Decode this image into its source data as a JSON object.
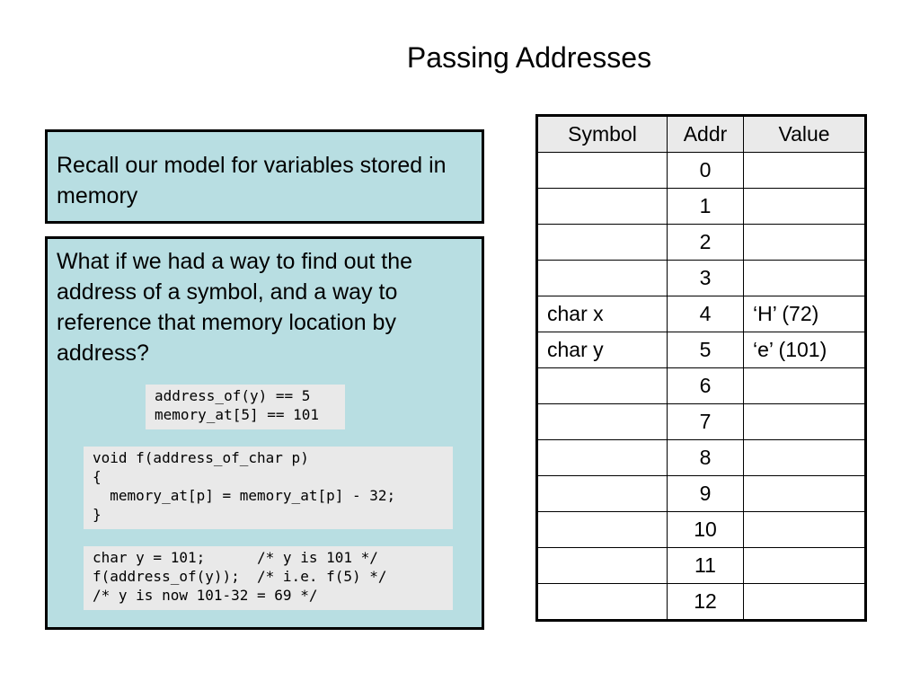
{
  "title": "Passing Addresses",
  "box1": {
    "text": "Recall our model for variables stored in memory"
  },
  "box2": {
    "text": "What if we had a way to find out the address of a symbol, and a way to reference that memory location by address?",
    "code1": "address_of(y) == 5\nmemory_at[5] == 101",
    "code2": "void f(address_of_char p)\n{\n  memory_at[p] = memory_at[p] - 32;\n}",
    "code3": "char y = 101;      /* y is 101 */\nf(address_of(y));  /* i.e. f(5) */\n/* y is now 101-32 = 69 */"
  },
  "table": {
    "headers": [
      "Symbol",
      "Addr",
      "Value"
    ],
    "rows": [
      [
        "",
        "0",
        ""
      ],
      [
        "",
        "1",
        ""
      ],
      [
        "",
        "2",
        ""
      ],
      [
        "",
        "3",
        ""
      ],
      [
        "char x",
        "4",
        "‘H’ (72)"
      ],
      [
        "char y",
        "5",
        "‘e’ (101)"
      ],
      [
        "",
        "6",
        ""
      ],
      [
        "",
        "7",
        ""
      ],
      [
        "",
        "8",
        ""
      ],
      [
        "",
        "9",
        ""
      ],
      [
        "",
        "10",
        ""
      ],
      [
        "",
        "11",
        ""
      ],
      [
        "",
        "12",
        ""
      ]
    ]
  }
}
